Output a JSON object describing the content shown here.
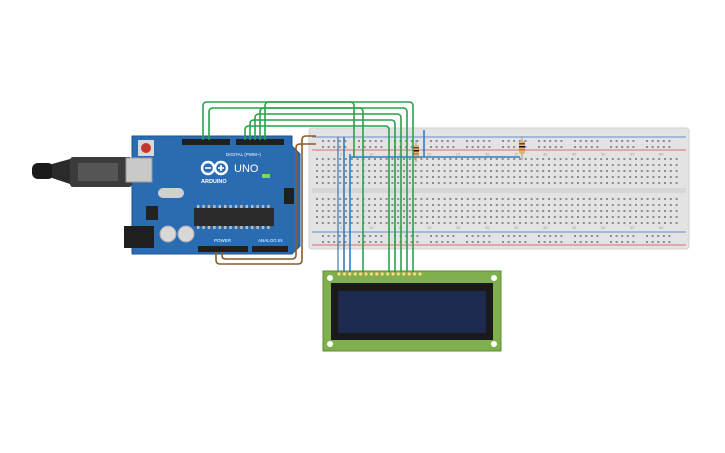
{
  "colors": {
    "canvas_bg": "#ffffff",
    "arduino_board": "#2a6cb2",
    "breadboard": "#e3e3e3",
    "breadboard_hole": "#8c8c8c",
    "rail_blue": "#3a72c8",
    "rail_red": "#d24b4b",
    "lcd_pcb": "#7fb04d",
    "lcd_screen": "#1c2b4d",
    "wire_green": "#2aa14a",
    "wire_blue": "#2f7ec1",
    "wire_brown": "#8b5a2b",
    "chip": "#2b2b2b",
    "usb_connector": "#3b3b3b"
  },
  "arduino": {
    "brand_text": "ARDUINO",
    "model_text": "UNO",
    "digital_label": "DIGITAL (PWM~)",
    "power_label": "POWER",
    "analog_label": "ANALOG IN"
  },
  "breadboard": {
    "column_markers": [
      "5",
      "10",
      "15",
      "20",
      "25",
      "30",
      "35",
      "40",
      "45",
      "50",
      "55",
      "60"
    ]
  },
  "components": {
    "resistors": 2,
    "lcd_pins": 16
  }
}
